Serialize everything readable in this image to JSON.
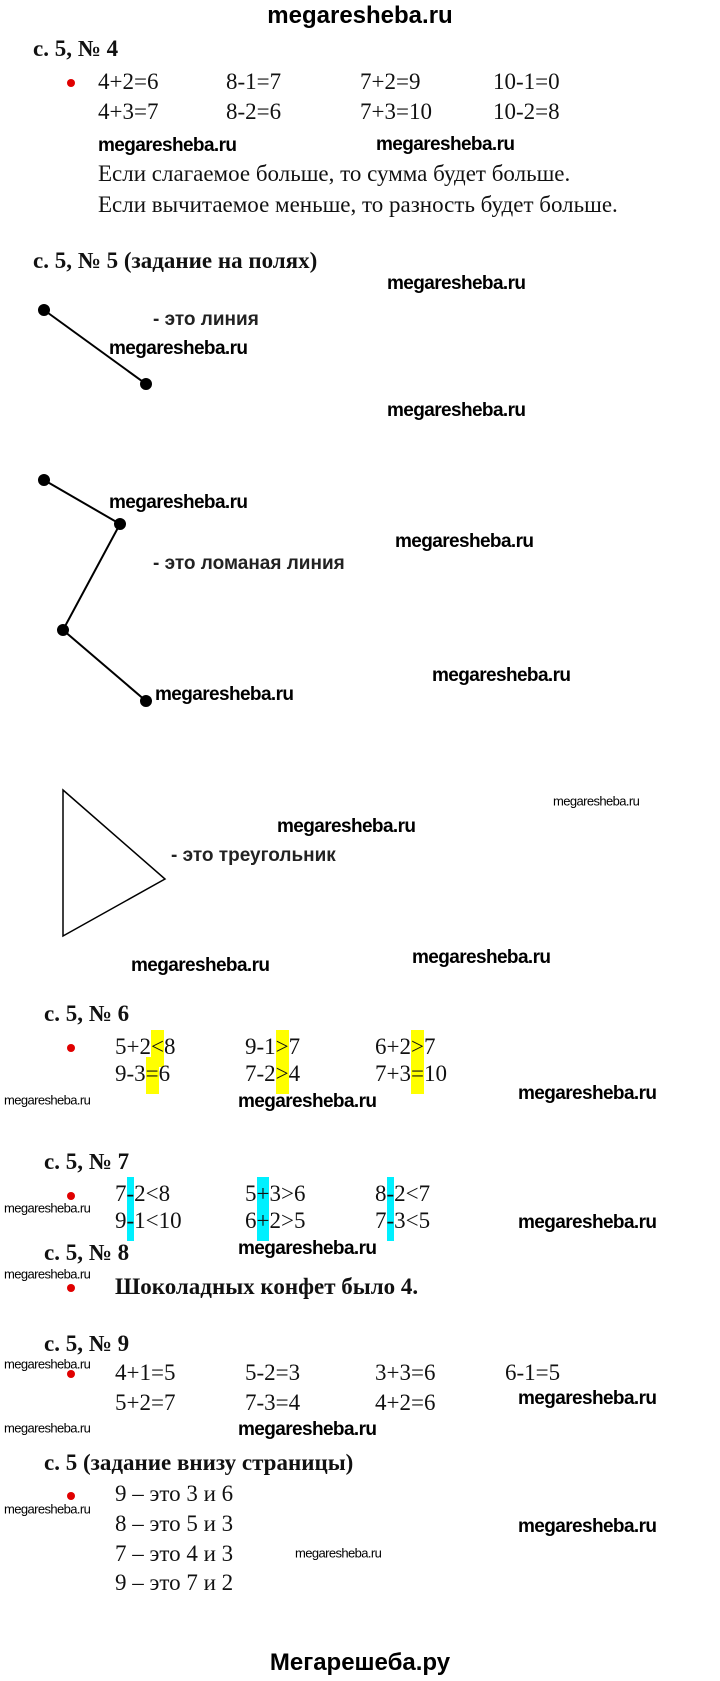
{
  "header": "megaresheba.ru",
  "footer": "Мегарешеба.ру",
  "watermark": "megaresheba.ru",
  "colors": {
    "bullet": "#e00000",
    "highlight_yellow": "#ffff00",
    "highlight_cyan": "#00f0ff"
  },
  "s4": {
    "title": "с. 5, № 4",
    "rows": [
      [
        "4+2=6",
        "8-1=7",
        "7+2=9",
        "10-1=0"
      ],
      [
        "4+3=7",
        "8-2=6",
        "7+3=10",
        "10-2=8"
      ]
    ],
    "sentences": [
      "Если слагаемое больше, то сумма будет больше.",
      "Если вычитаемое меньше, то разность будет больше."
    ]
  },
  "s5": {
    "title": "с. 5, № 5 (задание на полях)",
    "line_label": "- это линия",
    "broken_label": "- это ломаная линия",
    "triangle_label": "- это треугольник"
  },
  "s6": {
    "title": "с. 5, № 6",
    "rows": [
      [
        {
          "pre": "5+2",
          "mark": "<",
          "post": "8"
        },
        {
          "pre": "9-1",
          "mark": ">",
          "post": "7"
        },
        {
          "pre": "6+2",
          "mark": ">",
          "post": "7"
        }
      ],
      [
        {
          "pre": "9-3",
          "mark": "=",
          "post": "6"
        },
        {
          "pre": "7-2",
          "mark": ">",
          "post": "4"
        },
        {
          "pre": "7+3",
          "mark": "=",
          "post": "10"
        }
      ]
    ]
  },
  "s7": {
    "title": "с. 5, № 7",
    "rows": [
      [
        {
          "pre": "7",
          "mark": "-",
          "post": "2<8"
        },
        {
          "pre": "5",
          "mark": "+",
          "post": "3>6"
        },
        {
          "pre": "8",
          "mark": "-",
          "post": "2<7"
        }
      ],
      [
        {
          "pre": "9",
          "mark": "-",
          "post": "1<10"
        },
        {
          "pre": "6",
          "mark": "+",
          "post": "2>5"
        },
        {
          "pre": "7",
          "mark": "-",
          "post": "3<5"
        }
      ]
    ]
  },
  "s8": {
    "title": "с. 5, № 8",
    "answer": "Шоколадных конфет было 4."
  },
  "s9": {
    "title": "с. 5, № 9",
    "rows": [
      [
        "4+1=5",
        "5-2=3",
        "3+3=6",
        "6-1=5"
      ],
      [
        "5+2=7",
        "7-3=4",
        "4+2=6"
      ]
    ]
  },
  "sb": {
    "title": "с. 5 (задание внизу страницы)",
    "lines": [
      "9 – это 3 и 6",
      "8 – это 5 и 3",
      "7 – это 4 и 3",
      "9 – это 7 и 2"
    ]
  }
}
